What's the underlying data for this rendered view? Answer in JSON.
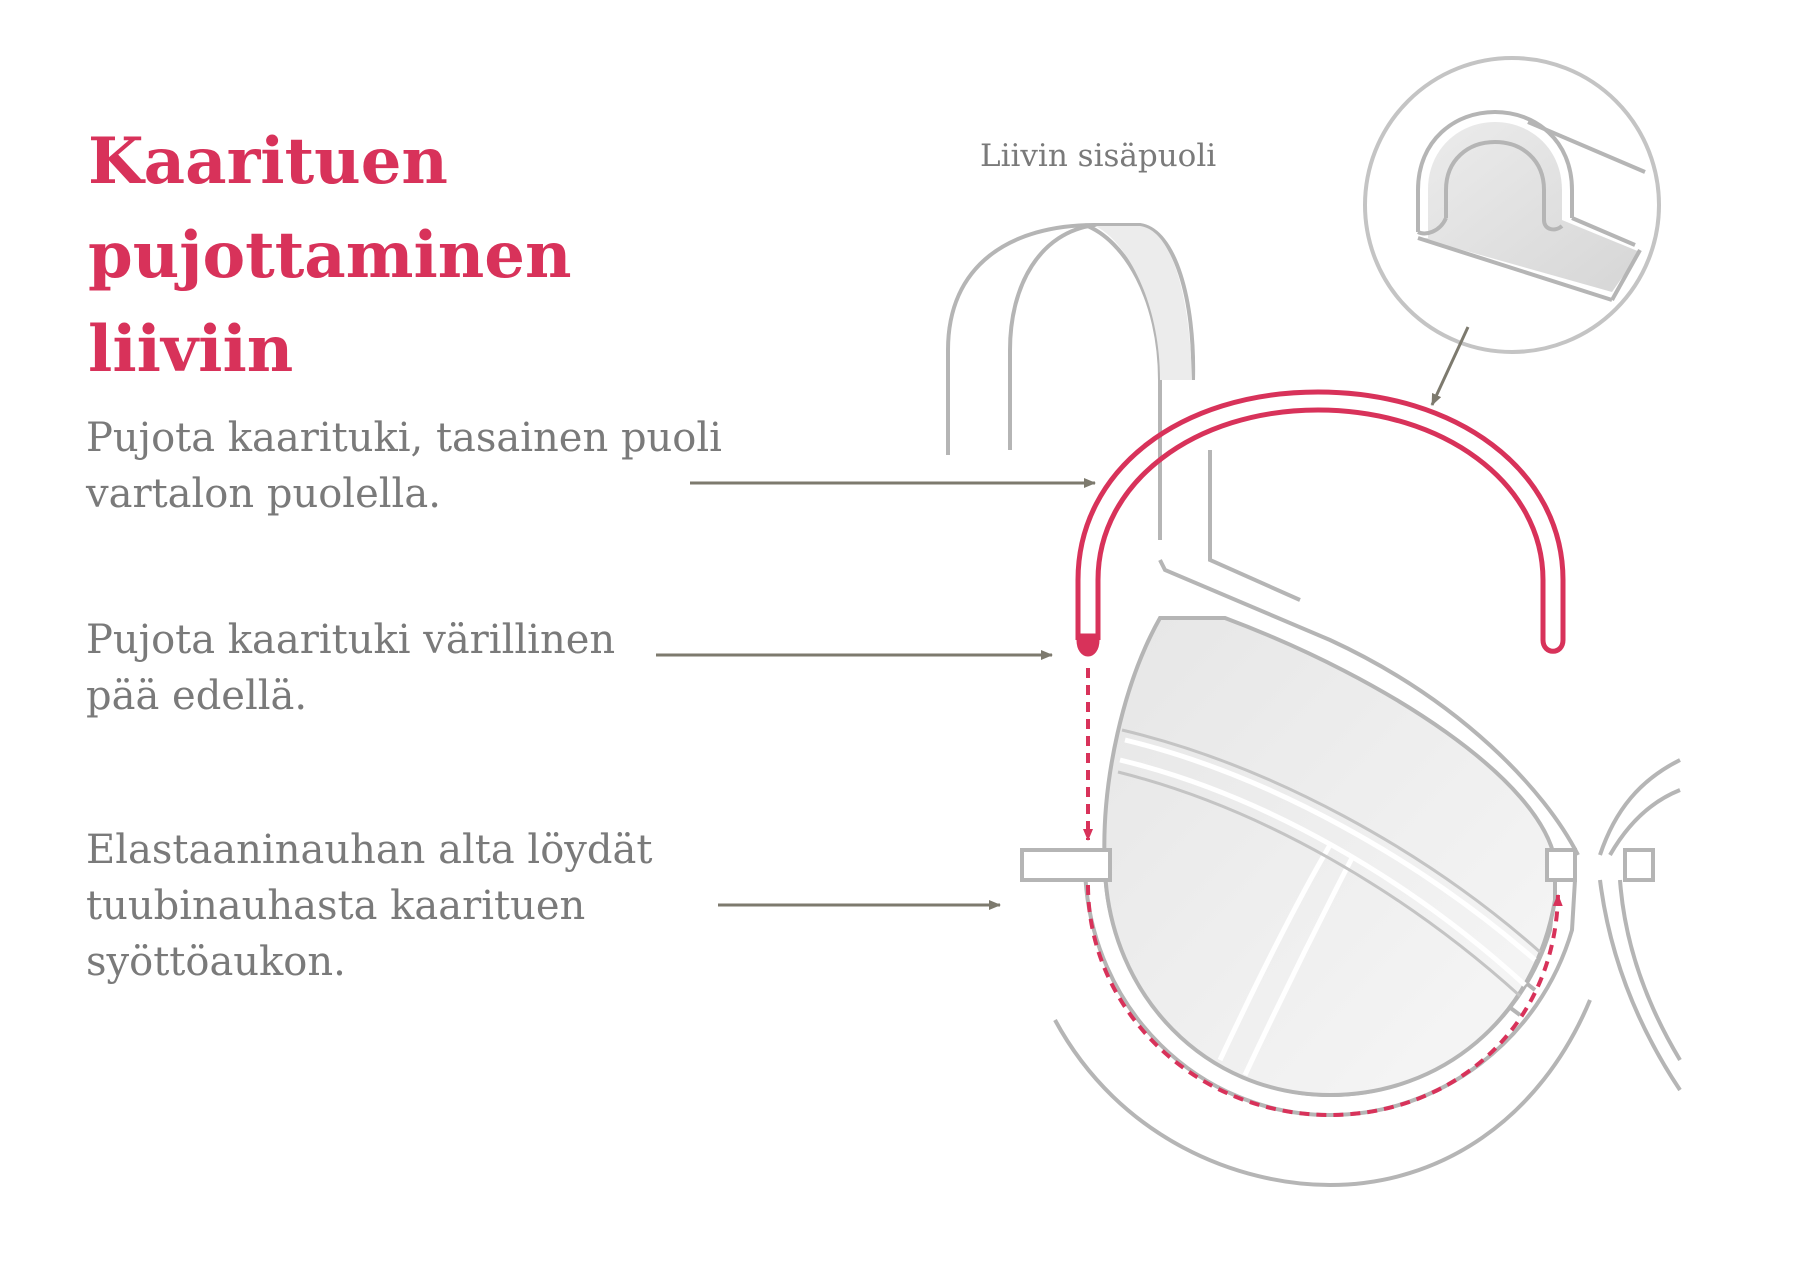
{
  "title": "Kaarituen pujottaminen\nliiviin",
  "inner_side_label": "Liivin sisäpuoli",
  "steps": [
    {
      "text": "Pujota kaarituki, tasainen puoli\nvartalon puolella."
    },
    {
      "text": "Pujota kaarituki värillinen\npää edellä."
    },
    {
      "text": "Elastaaninauhan alta löydät\ntuubinauhasta kaarituen\nsyöttöaukon."
    }
  ],
  "colors": {
    "accent": "#d8325a",
    "text": "#7a7a7a",
    "outline": "#b5b5b5",
    "arrow": "#7d7a6e"
  }
}
